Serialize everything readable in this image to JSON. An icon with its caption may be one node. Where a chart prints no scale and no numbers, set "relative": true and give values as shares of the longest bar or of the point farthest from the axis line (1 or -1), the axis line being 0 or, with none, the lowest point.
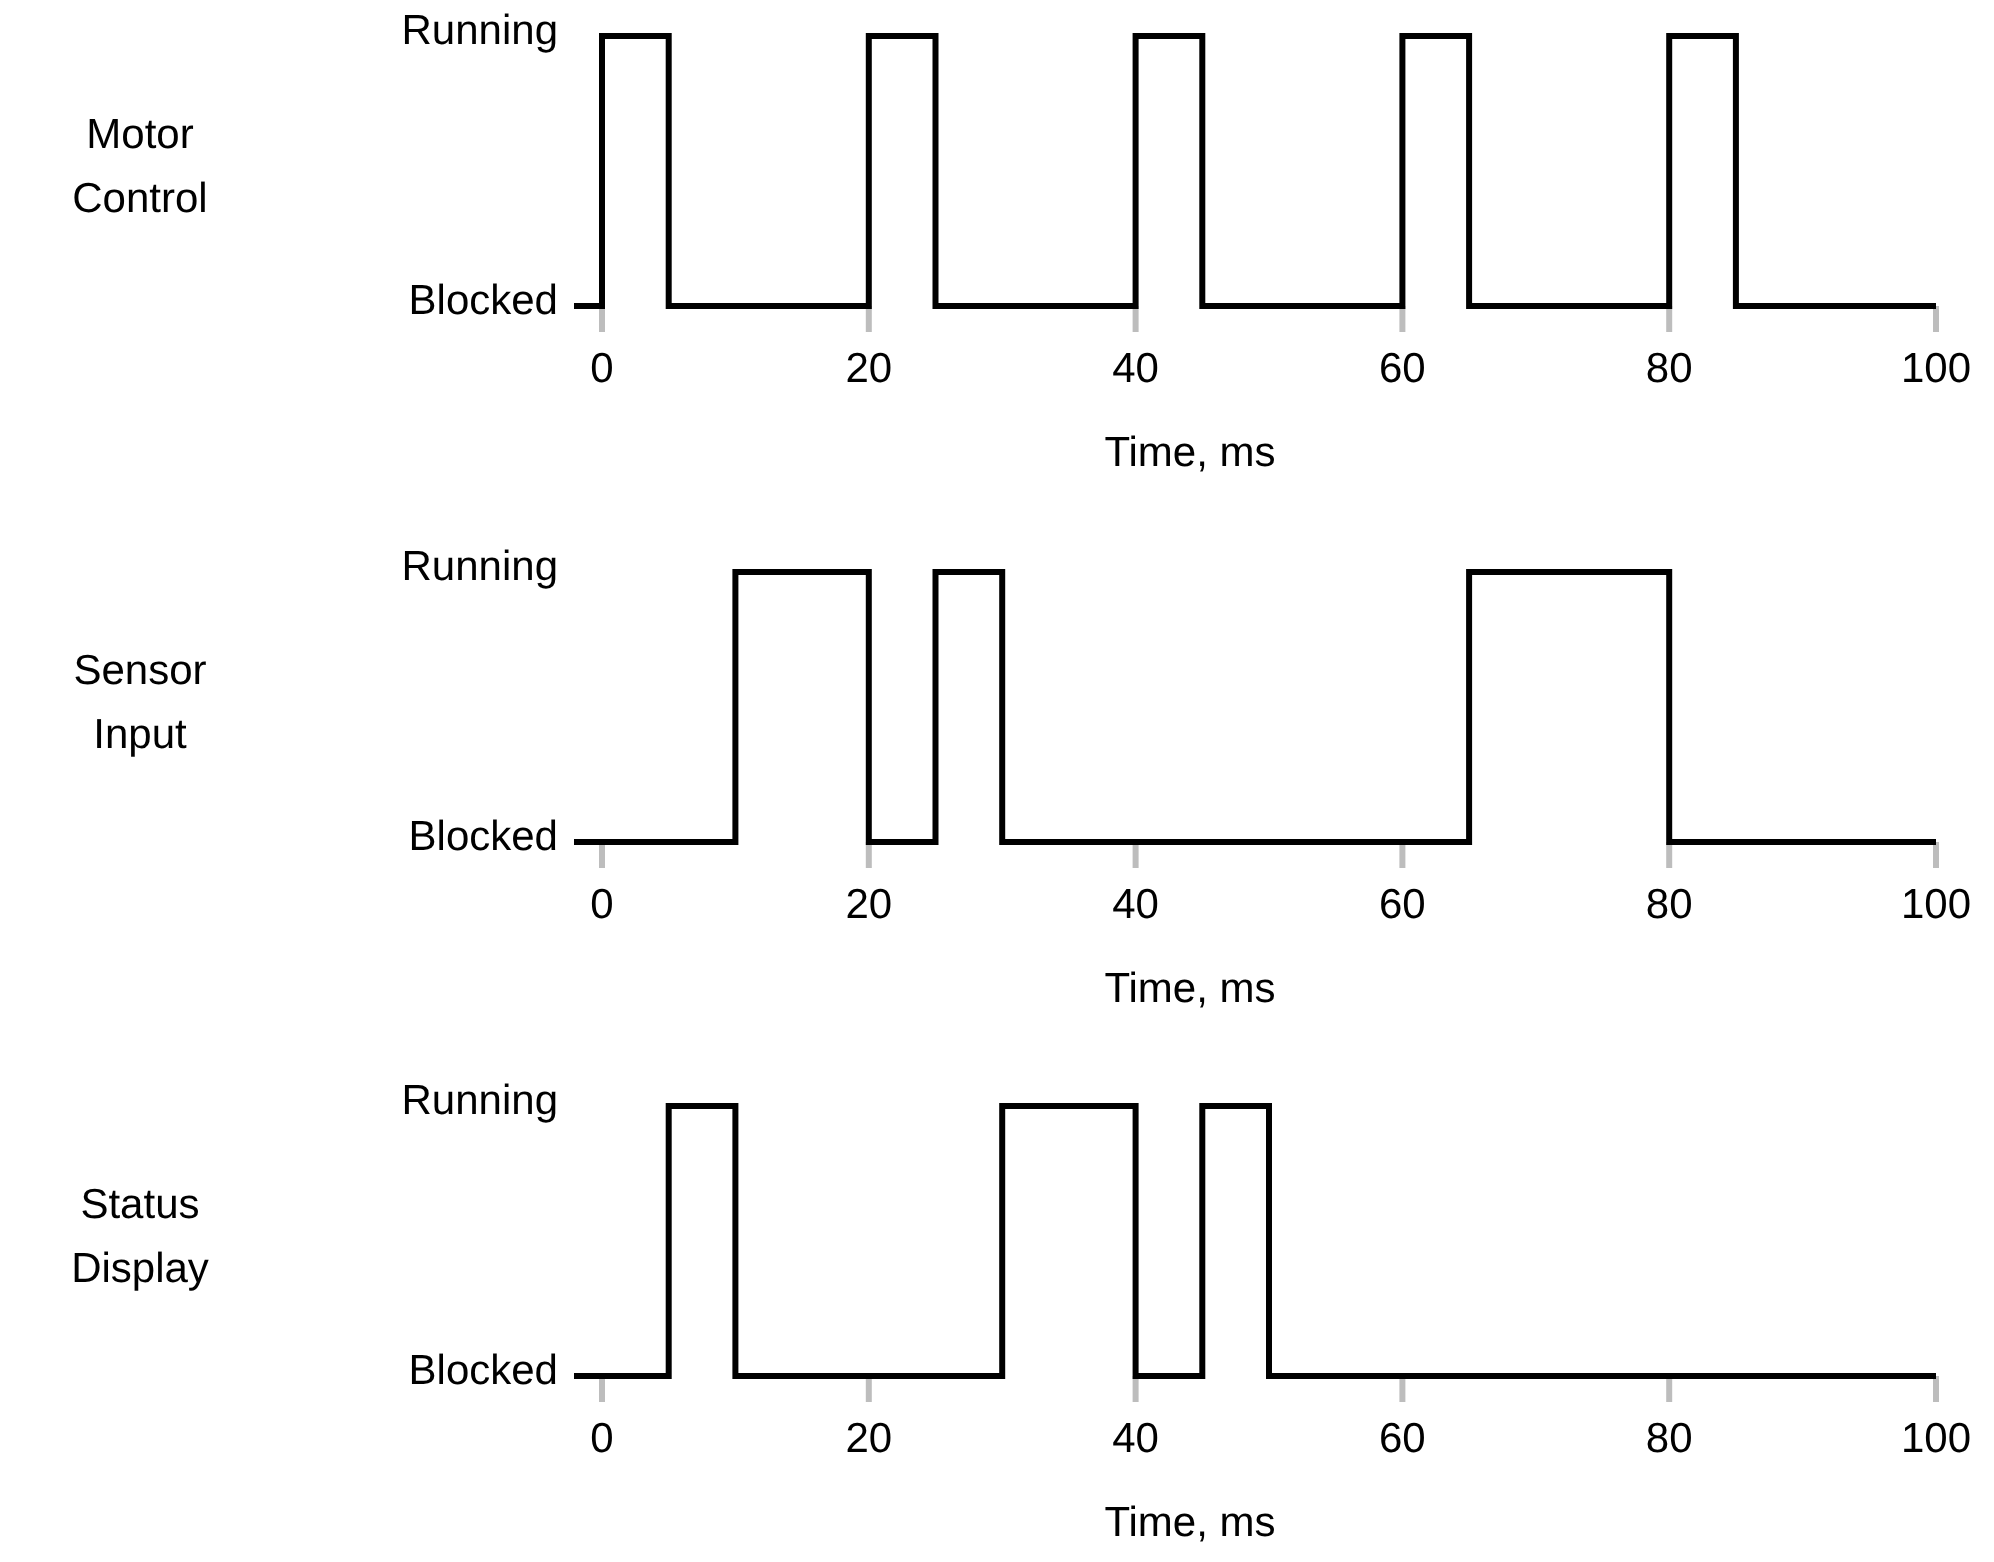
{
  "diagram": {
    "labels": [
      "Running",
      "Motor Control",
      "Blocked",
      "Running",
      "Sensor Input",
      "Blocked",
      "Running",
      "Status Display",
      "Blocked"
    ],
    "chart_data": [
      {
        "type": "line",
        "xlabel": "Time, ms",
        "xlim": [
          0,
          100
        ],
        "relative": true,
        "xticks": [
          0,
          20,
          40,
          60,
          80,
          100
        ],
        "x": [
          0,
          0,
          5,
          5,
          20,
          20,
          25,
          25,
          40,
          40,
          45,
          45,
          60,
          60,
          65,
          65,
          80,
          80,
          85,
          85,
          100
        ],
        "series": [
          {
            "color": "#000000",
            "values": [
              0,
              1,
              1,
              0,
              0,
              1,
              1,
              0,
              0,
              1,
              1,
              0,
              0,
              1,
              1,
              0,
              0,
              1,
              1,
              0,
              0
            ]
          }
        ]
      },
      {
        "type": "line",
        "xlabel": "Time, ms",
        "xlim": [
          0,
          100
        ],
        "relative": true,
        "xticks": [
          0,
          20,
          40,
          60,
          80,
          100
        ],
        "x": [
          0,
          10,
          10,
          20,
          20,
          25,
          25,
          30,
          30,
          65,
          65,
          80,
          80,
          100
        ],
        "series": [
          {
            "color": "#000000",
            "values": [
              0,
              0,
              1,
              1,
              0,
              0,
              1,
              1,
              0,
              0,
              1,
              1,
              0,
              0
            ]
          }
        ]
      },
      {
        "type": "line",
        "xlabel": "Time, ms",
        "xlim": [
          0,
          100
        ],
        "relative": true,
        "xticks": [
          0,
          20,
          40,
          60,
          80,
          100
        ],
        "x": [
          0,
          5,
          5,
          10,
          10,
          30,
          30,
          40,
          40,
          45,
          45,
          50,
          50,
          100
        ],
        "series": [
          {
            "color": "#000000",
            "values": [
              0,
              0,
              1,
              1,
              0,
              0,
              1,
              1,
              0,
              0,
              1,
              1,
              0,
              0
            ]
          }
        ]
      }
    ]
  }
}
